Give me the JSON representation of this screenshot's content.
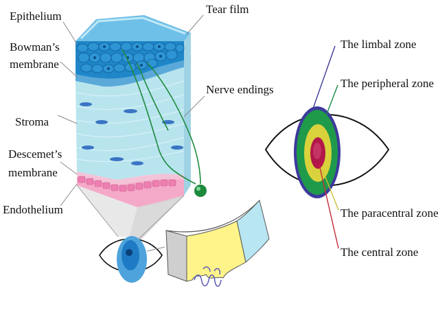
{
  "cornea_labels": {
    "epithelium": "Epithelium",
    "bowmans_line1": "Bowman’s",
    "bowmans_line2": "membrane",
    "stroma": "Stroma",
    "descemets_line1": "Descemet’s",
    "descemets_line2": "membrane",
    "endothelium": "Endothelium",
    "tear_film": "Tear film",
    "nerve_endings": "Nerve endings"
  },
  "zone_labels": {
    "limbal": "The limbal zone",
    "peripheral": "The peripheral zone",
    "paracentral": "The paracentral zone",
    "central": "The central zone"
  },
  "colors": {
    "epithelium": "#1f86c8",
    "bowmans": "#4aa3d6",
    "stroma": "#b8e4ee",
    "descemets": "#f2b8d0",
    "endothelium_cells": "#ec86b4",
    "nerve": "#1e8a3c",
    "limbal_ring": "#3d3a9c",
    "peripheral_ring": "#1f9a4a",
    "paracentral_ring": "#d9d23c",
    "central_ring": "#b2174a",
    "leader_limbal": "#3f3a95",
    "leader_peripheral": "#178a45",
    "leader_paracentral": "#c9c332",
    "leader_central": "#c3283a"
  }
}
